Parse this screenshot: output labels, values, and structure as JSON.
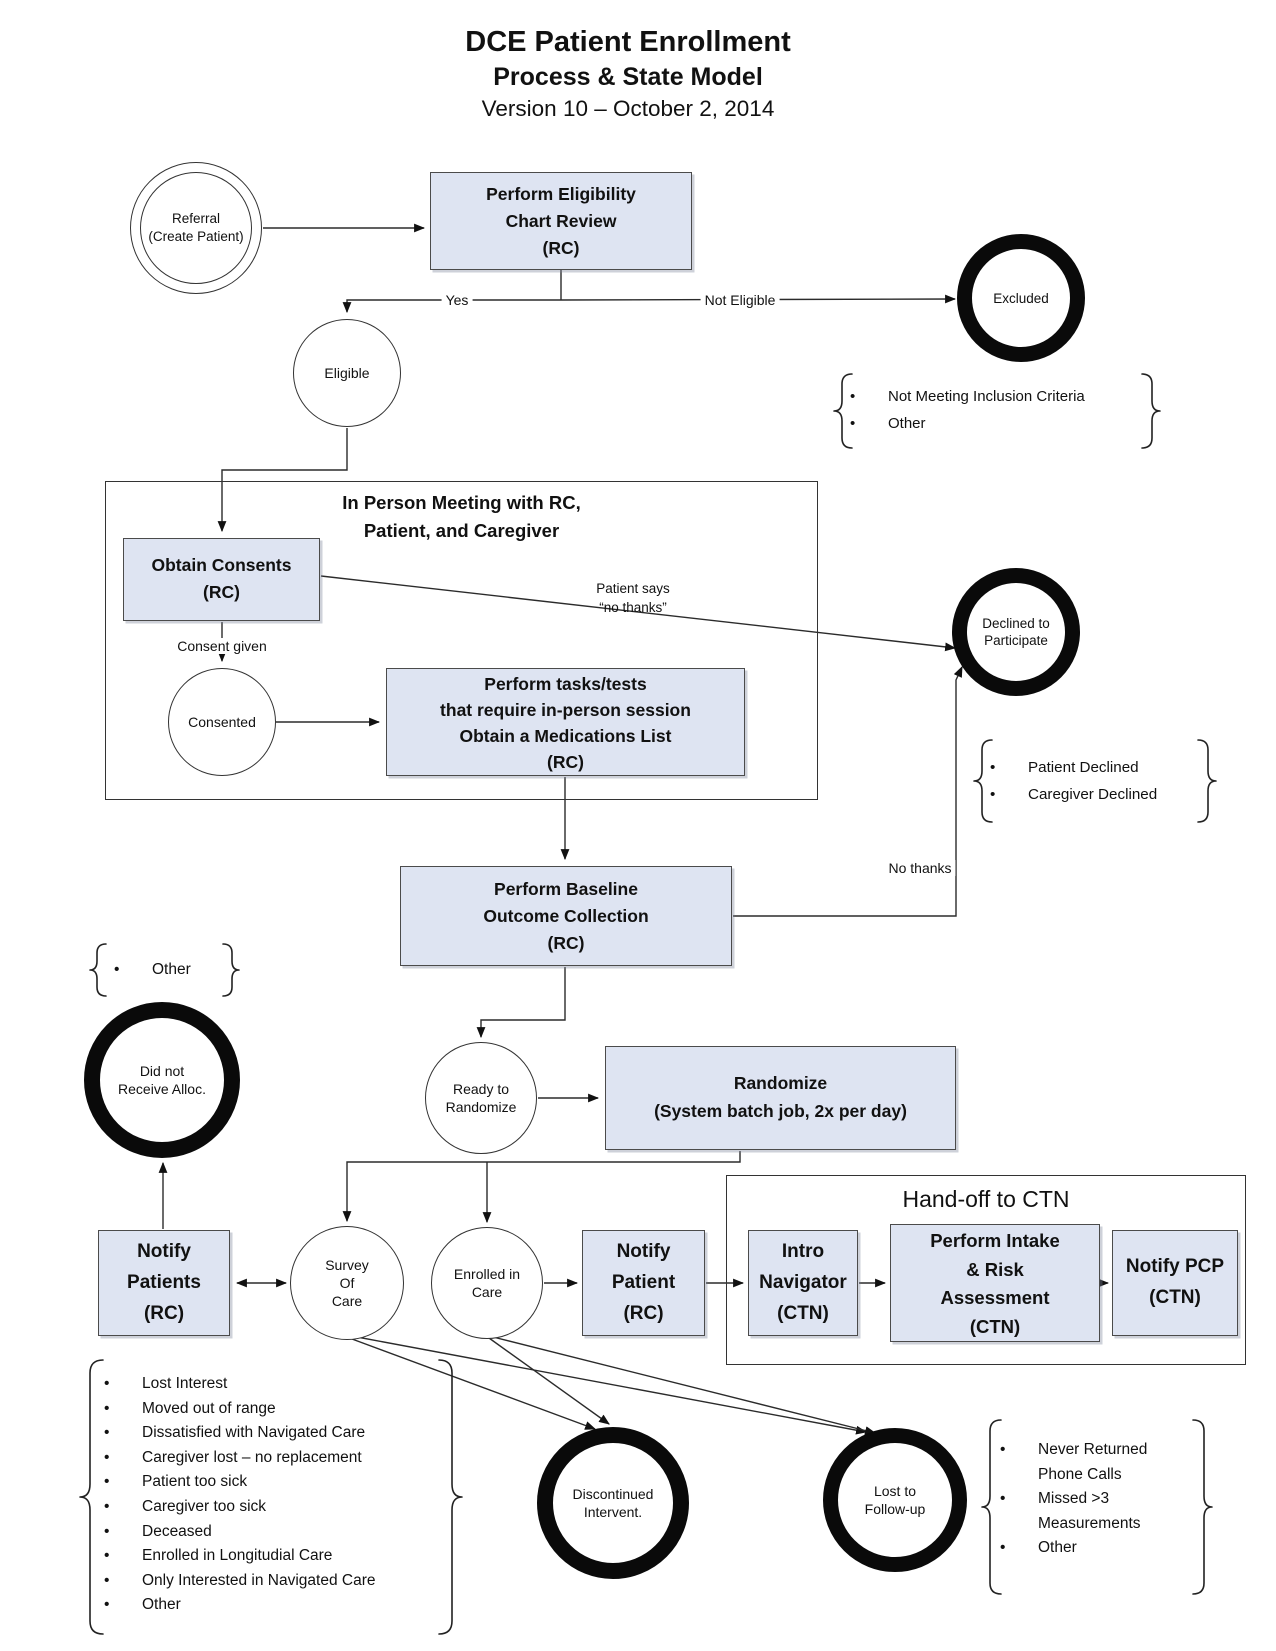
{
  "title": {
    "l1": "DCE Patient Enrollment",
    "l2": "Process & State Model",
    "l3": "Version 10 – October 2, 2014"
  },
  "colors": {
    "box_fill": "#dee4f2",
    "box_border": "#4b4b4b",
    "line": "#2b2b2b",
    "terminal": "#0a0a0a"
  },
  "groups": {
    "in_person": [
      "In Person Meeting with RC,",
      "Patient, and Caregiver"
    ],
    "handoff": "Hand-off to CTN"
  },
  "nodes": {
    "referral": [
      "Referral",
      "(Create Patient)"
    ],
    "eligibility": [
      "Perform Eligibility",
      "Chart Review",
      "(RC)"
    ],
    "eligible": [
      "Eligible"
    ],
    "excluded": [
      "Excluded"
    ],
    "obtain_consents": [
      "Obtain Consents",
      "(RC)"
    ],
    "consented": [
      "Consented"
    ],
    "perform_tasks": [
      "Perform tasks/tests",
      "that require in-person session",
      "Obtain a Medications List",
      "(RC)"
    ],
    "declined": [
      "Declined to",
      "Participate"
    ],
    "baseline": [
      "Perform Baseline",
      "Outcome Collection",
      "(RC)"
    ],
    "did_not_receive": [
      "Did not",
      "Receive Alloc."
    ],
    "ready": [
      "Ready to",
      "Randomize"
    ],
    "randomize": [
      "Randomize",
      "(System batch job, 2x per day)"
    ],
    "notify_patients": [
      "Notify",
      "Patients",
      "(RC)"
    ],
    "survey": [
      "Survey",
      "Of",
      "Care"
    ],
    "enrolled": [
      "Enrolled in",
      "Care"
    ],
    "notify_patient": [
      "Notify",
      "Patient",
      "(RC)"
    ],
    "intro": [
      "Intro",
      "Navigator",
      "(CTN)"
    ],
    "intake": [
      "Perform Intake",
      "& Risk",
      "Assessment",
      "(CTN)"
    ],
    "pcp": [
      "Notify PCP",
      "(CTN)"
    ],
    "discontinued": [
      "Discontinued",
      "Intervent."
    ],
    "lost": [
      "Lost to",
      "Follow-up"
    ]
  },
  "edge_labels": {
    "yes": "Yes",
    "not_eligible": "Not Eligible",
    "consent_given": "Consent given",
    "patient_says": [
      "Patient says",
      "“no thanks”"
    ],
    "no_thanks": "No thanks"
  },
  "bullets": {
    "excluded": [
      "Not Meeting Inclusion Criteria",
      "Other"
    ],
    "declined": [
      "Patient Declined",
      "Caregiver Declined"
    ],
    "allocation": [
      "Other"
    ],
    "discontinued": [
      "Lost Interest",
      "Moved out of range",
      "Dissatisfied with Navigated Care",
      "Caregiver lost – no replacement",
      "Patient too sick",
      "Caregiver too sick",
      "Deceased",
      "Enrolled in Longitudial Care",
      "Only Interested in Navigated Care",
      "Other"
    ],
    "lost": [
      "Never Returned Phone Calls",
      "Missed >3 Measurements",
      "Other"
    ]
  }
}
